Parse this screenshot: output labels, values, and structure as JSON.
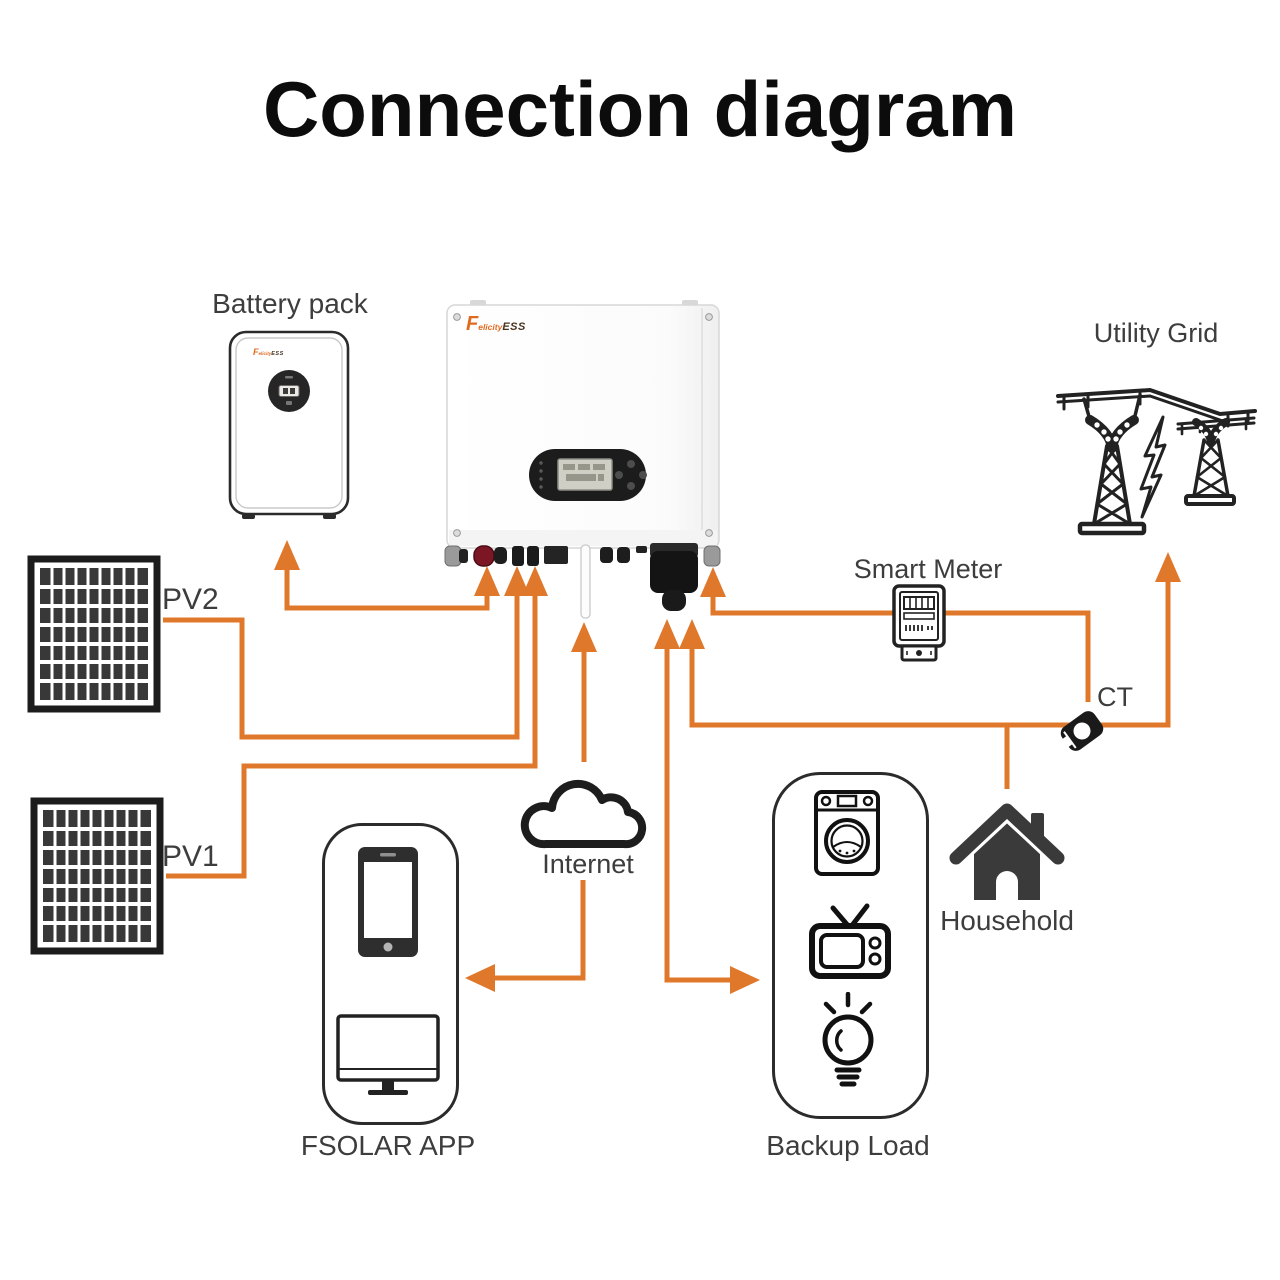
{
  "title": "Connection diagram",
  "labels": {
    "battery": "Battery pack",
    "utility_grid": "Utility Grid",
    "pv2": "PV2",
    "pv1": "PV1",
    "smart_meter": "Smart Meter",
    "ct": "CT",
    "internet": "Internet",
    "household": "Household",
    "fsolar_app": "FSOLAR APP",
    "backup_load": "Backup Load"
  },
  "brand": {
    "f": "F",
    "name": "elicity",
    "suffix": "ESS"
  },
  "colors": {
    "arrow_orange": "#E0782C",
    "outline_dark": "#222222",
    "label_gray": "#3D3D3D",
    "battery_port_red": "#7D1624",
    "house_fill": "#3A3A3A"
  },
  "icons": [
    "battery-pack-icon",
    "hybrid-inverter-icon",
    "solar-panel-icon",
    "utility-grid-icon",
    "smart-meter-icon",
    "ct-clamp-icon",
    "internet-cloud-icon",
    "house-icon",
    "smartphone-icon",
    "desktop-monitor-icon",
    "washing-machine-icon",
    "tv-icon",
    "light-bulb-icon"
  ]
}
